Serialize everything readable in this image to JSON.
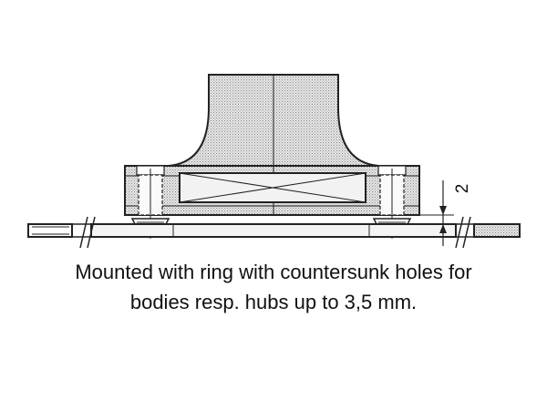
{
  "caption": {
    "line1": "Mounted with ring with countersunk holes for",
    "line2": "bodies resp. hubs up to 3,5 mm."
  },
  "dimension": {
    "value": "2"
  },
  "colors": {
    "line": "#222222",
    "hatch_fill": "#d2d2d2",
    "background": "#ffffff"
  }
}
